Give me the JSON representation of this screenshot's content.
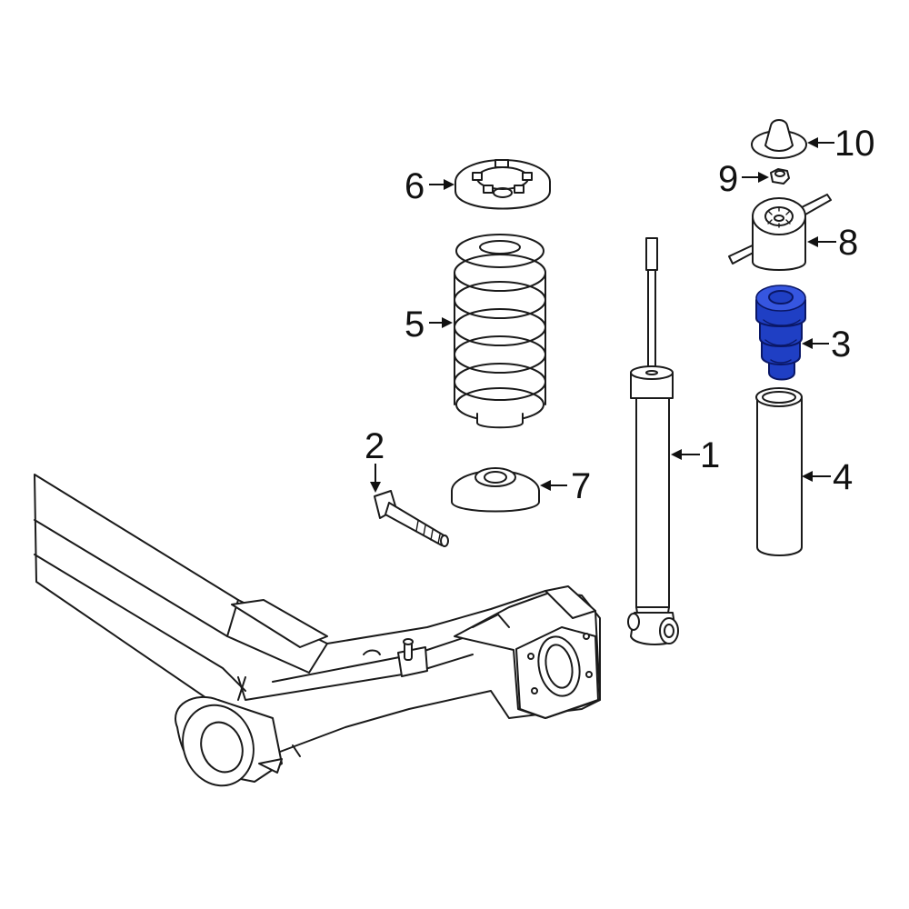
{
  "diagram": {
    "callouts": [
      {
        "id": "1",
        "label": "1"
      },
      {
        "id": "2",
        "label": "2"
      },
      {
        "id": "3",
        "label": "3"
      },
      {
        "id": "4",
        "label": "4"
      },
      {
        "id": "5",
        "label": "5"
      },
      {
        "id": "6",
        "label": "6"
      },
      {
        "id": "7",
        "label": "7"
      },
      {
        "id": "8",
        "label": "8"
      },
      {
        "id": "9",
        "label": "9"
      },
      {
        "id": "10",
        "label": "10"
      }
    ],
    "highlight_part": "3",
    "colors": {
      "line": "#1a1a1a",
      "highlight": "#1f3fc4",
      "background": "#ffffff"
    }
  }
}
